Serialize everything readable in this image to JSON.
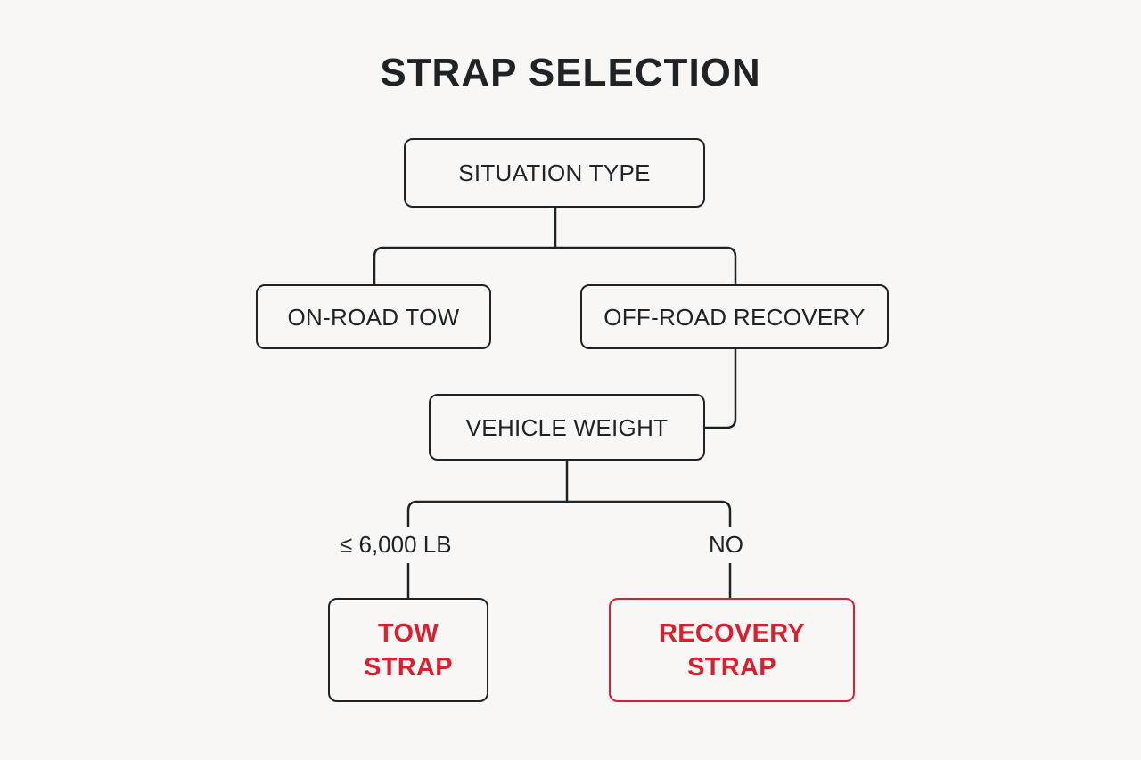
{
  "title": "STRAP SELECTION",
  "colors": {
    "line": "#1f2326",
    "accent": "#d8202f",
    "background": "#f8f7f5"
  },
  "nodes": {
    "situation_type": "SITUATION TYPE",
    "on_road_tow": "ON-ROAD TOW",
    "off_road_recovery": "OFF-ROAD RECOVERY",
    "vehicle_weight": "VEHICLE WEIGHT",
    "tow_strap": "TOW STRAP",
    "recovery_strap": "RECOVERY STRAP"
  },
  "edge_labels": {
    "weight_yes": "≤ 6,000 LB",
    "weight_no": "NO"
  }
}
